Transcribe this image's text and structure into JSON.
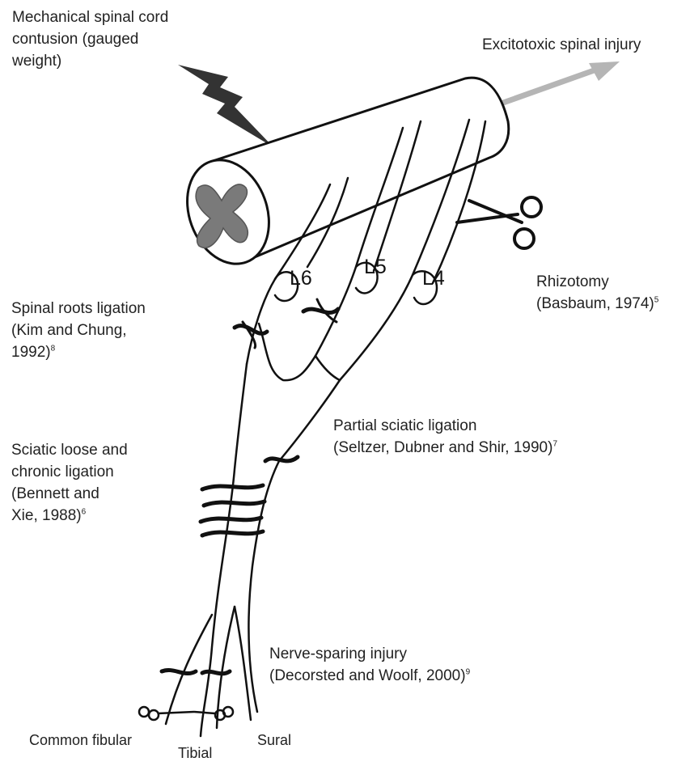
{
  "labels": {
    "mechanical": {
      "lines": [
        "Mechanical spinal cord",
        "contusion (gauged",
        "weight)"
      ]
    },
    "excitotoxic": {
      "text": "Excitotoxic spinal injury"
    },
    "rhizotomy": {
      "line1": "Rhizotomy",
      "line2": "(Basbaum, 1974)",
      "ref": "5"
    },
    "spinal_roots": {
      "line1": "Spinal roots ligation",
      "line2": "(Kim and Chung,",
      "line3": "1992)",
      "ref": "8"
    },
    "partial_sciatic": {
      "line1": "Partial sciatic ligation",
      "line2": "(Seltzer, Dubner and Shir, 1990)",
      "ref": "7"
    },
    "sciatic_loose": {
      "line1": "Sciatic loose and",
      "line2": "chronic ligation",
      "line3": "(Bennett and",
      "line4": "Xie, 1988)",
      "ref": "6"
    },
    "nerve_sparing": {
      "line1": "Nerve-sparing injury",
      "line2": "(Decorsted and Woolf, 2000)",
      "ref": "9"
    },
    "common_fibular": "Common fibular",
    "tibial": "Tibial",
    "sural": "Sural"
  },
  "roots": {
    "l6": "L6",
    "l5": "L5",
    "l4": "L4"
  },
  "colors": {
    "ink": "#111111",
    "grey_matter": "#7a7a7a",
    "arrow": "#b5b5b5"
  }
}
